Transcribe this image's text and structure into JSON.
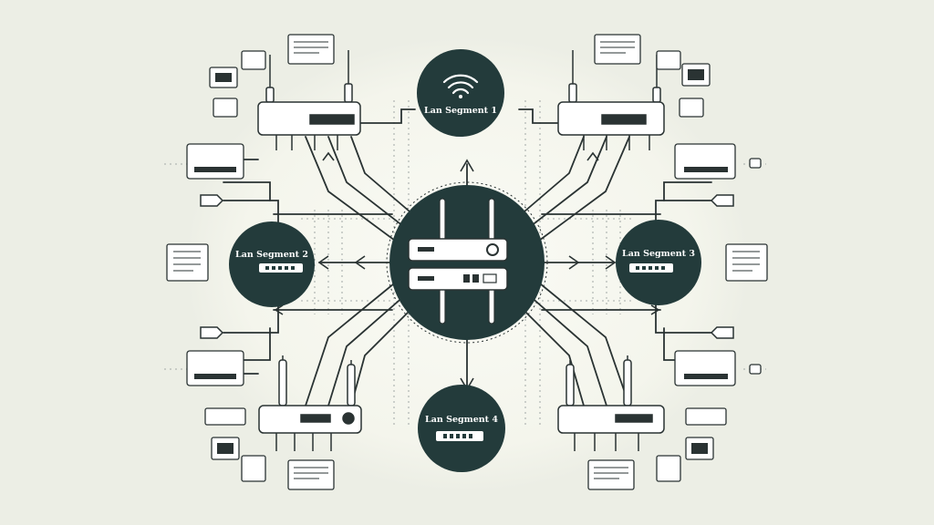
{
  "diagram": {
    "segments": [
      {
        "id": "seg1",
        "label": "Lan Segment 1",
        "icon": "wifi-icon"
      },
      {
        "id": "seg2",
        "label": "Lan Segment 2",
        "icon": "switch-ports-icon"
      },
      {
        "id": "seg3",
        "label": "Lan Segment 3",
        "icon": "switch-ports-icon"
      },
      {
        "id": "seg4",
        "label": "Lan Segment 4",
        "icon": "switch-ports-icon"
      }
    ],
    "central_device": {
      "icon": "stacked-router-icon"
    },
    "colors": {
      "background": "#eceee5",
      "halo": "#f6f7f0",
      "node_fill": "#233b3b",
      "line": "#2a3333",
      "device_fill": "#ffffff"
    }
  }
}
